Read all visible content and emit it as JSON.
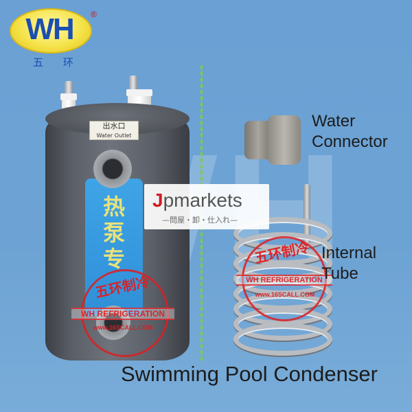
{
  "logo": {
    "text": "WH",
    "registered": "®",
    "chinese": "五 环"
  },
  "watermark": "WH",
  "product_labels": {
    "outlet_tag_cn": "出水口",
    "outlet_tag_en": "Water Outlet",
    "blue_label_cn": "热泵专"
  },
  "stamps": {
    "left": {
      "chinese": "五环制冷",
      "band": "WH REFRIGERATION",
      "url": "www.16SCALL.COM"
    },
    "right": {
      "chinese": "五环制冷",
      "band": "WH REFRIGERATION",
      "url": "www.16SCALL.COM"
    }
  },
  "labels": {
    "water_connector_line1": "Water",
    "water_connector_line2": "Connector",
    "internal_tube_line1": "Internal",
    "internal_tube_line2": "Tube",
    "title": "Swimming Pool Condenser"
  },
  "badge": {
    "j": "J",
    "rest": "pmarkets",
    "sub": "—問屋・卸・仕入れ—"
  },
  "colors": {
    "background": "#6da3d4",
    "divider": "#7bd03a",
    "stamp": "#dc1e23",
    "logo_blue": "#1a4fb0",
    "logo_yellow": "#f5e34a"
  }
}
